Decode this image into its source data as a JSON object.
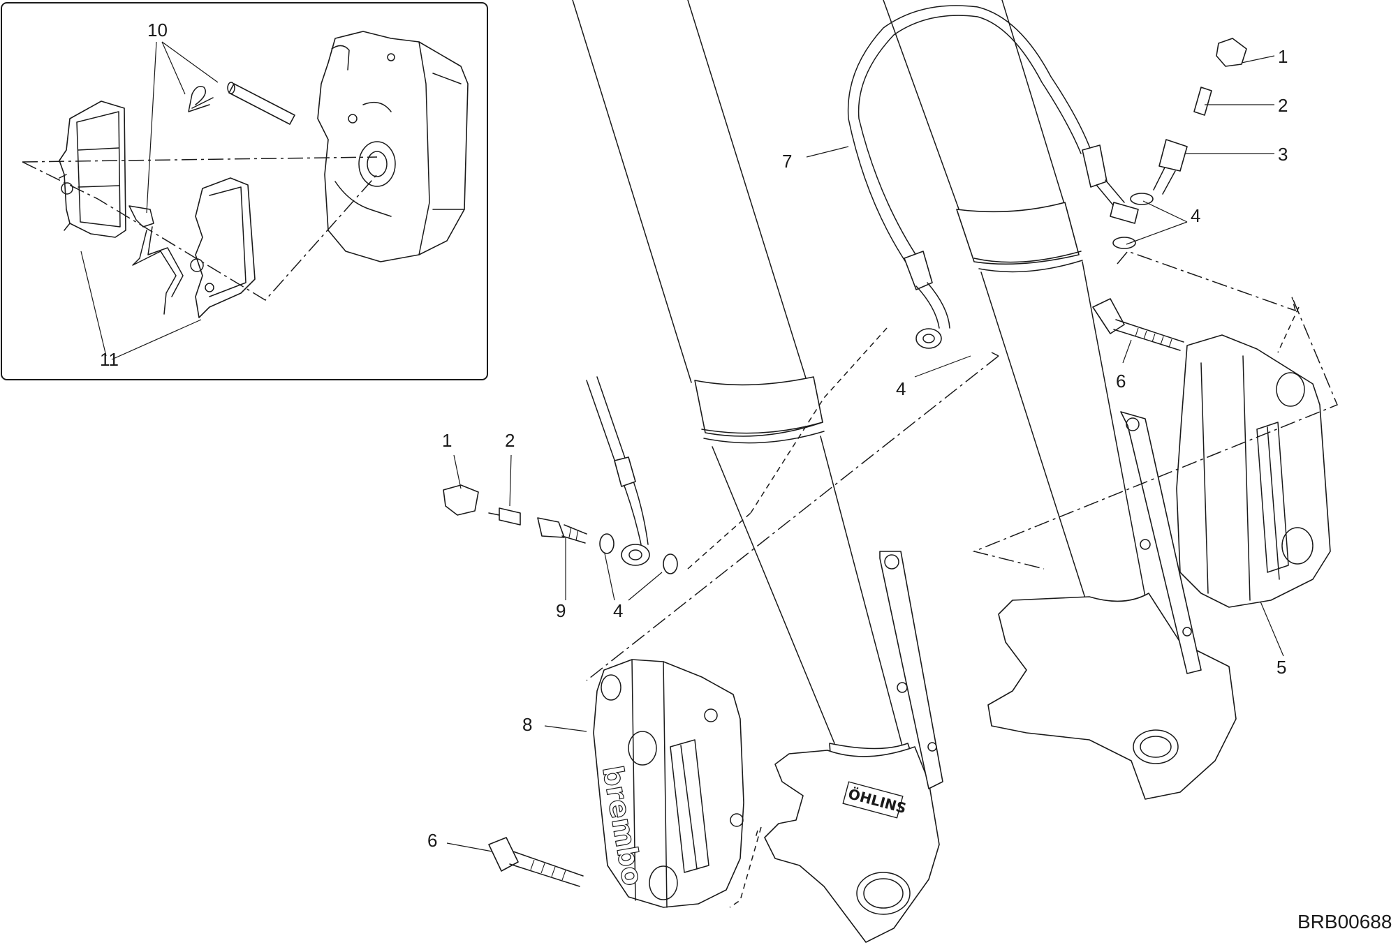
{
  "diagram": {
    "code": "BRB00688",
    "labels": {
      "inset_10": "10",
      "inset_11": "11",
      "right_1": "1",
      "right_2": "2",
      "right_3": "3",
      "right_4a": "4",
      "right_4b": "4",
      "right_5": "5",
      "right_6": "6",
      "right_7": "7",
      "left_1": "1",
      "left_2": "2",
      "left_9": "9",
      "left_4": "4",
      "left_8": "8",
      "left_6": "6"
    },
    "markings": {
      "caliper_brand": "brembo",
      "fork_brand": "ÖHLINS"
    }
  }
}
